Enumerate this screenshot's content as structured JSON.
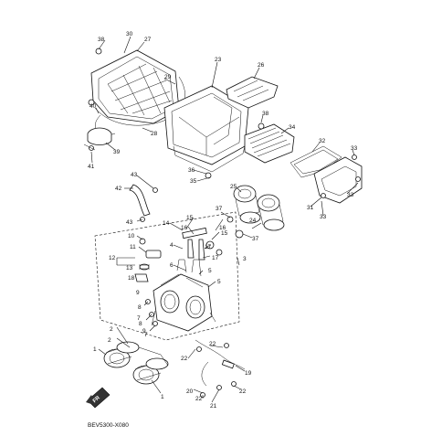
{
  "diagram": {
    "code": "BEV5300-X080",
    "front_mark": "FR",
    "callouts": [
      "38",
      "30",
      "27",
      "26",
      "23",
      "29",
      "40",
      "28",
      "39",
      "41",
      "38",
      "34",
      "32",
      "33",
      "33",
      "31",
      "33",
      "36",
      "35",
      "43",
      "42",
      "43",
      "25",
      "37",
      "24",
      "15",
      "14",
      "16",
      "16",
      "15",
      "37",
      "10",
      "11",
      "4",
      "17",
      "12",
      "13",
      "3",
      "6",
      "17",
      "5",
      "18",
      "5",
      "2",
      "9",
      "8",
      "7",
      "8",
      "7",
      "9",
      "2",
      "22",
      "22",
      "19",
      "1",
      "1",
      "20",
      "22",
      "21",
      "22"
    ]
  }
}
